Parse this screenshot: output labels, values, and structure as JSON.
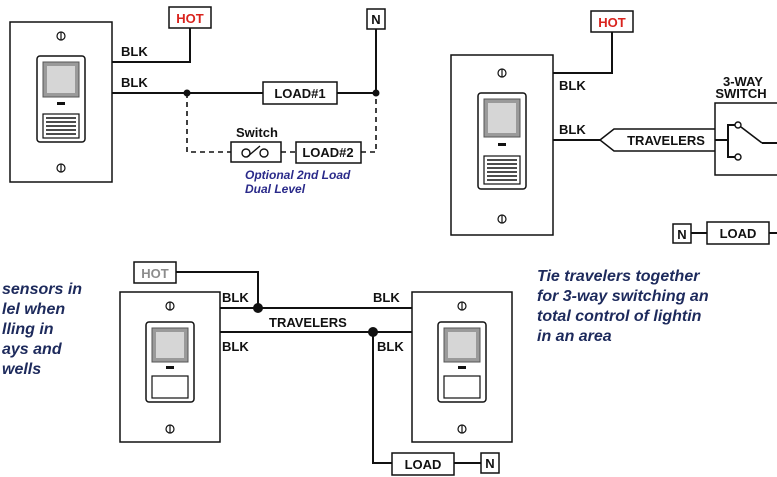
{
  "diagram1": {
    "hot": "HOT",
    "neutral": "N",
    "wire_top": "BLK",
    "wire_bottom": "BLK",
    "load1": "LOAD#1",
    "switch_label": "Switch",
    "load2": "LOAD#2",
    "note_line1": "Optional 2nd Load",
    "note_line2": "Dual Level"
  },
  "diagram2": {
    "hot": "HOT",
    "wire_top": "BLK",
    "wire_bottom": "BLK",
    "travelers": "TRAVELERS",
    "switch_line1": "3-WAY",
    "switch_line2": "SWITCH",
    "neutral": "N",
    "load": "LOAD"
  },
  "diagram3": {
    "hot": "HOT",
    "left_top": "BLK",
    "left_bottom": "BLK",
    "right_top": "BLK",
    "right_bottom": "BLK",
    "travelers": "TRAVELERS",
    "load": "LOAD",
    "neutral": "N"
  },
  "captions": {
    "left": [
      "sensors in",
      "lel when",
      "lling in",
      "ays and",
      "wells"
    ],
    "right": [
      "Tie travelers together",
      "for 3-way switching an",
      "total control of lightin",
      "in an area"
    ]
  },
  "colors": {
    "hot_text": "#d9231d",
    "hot_text_grey": "#8c8c8c",
    "note_blue": "#2a2a8a",
    "caption": "#1d2a5c"
  }
}
